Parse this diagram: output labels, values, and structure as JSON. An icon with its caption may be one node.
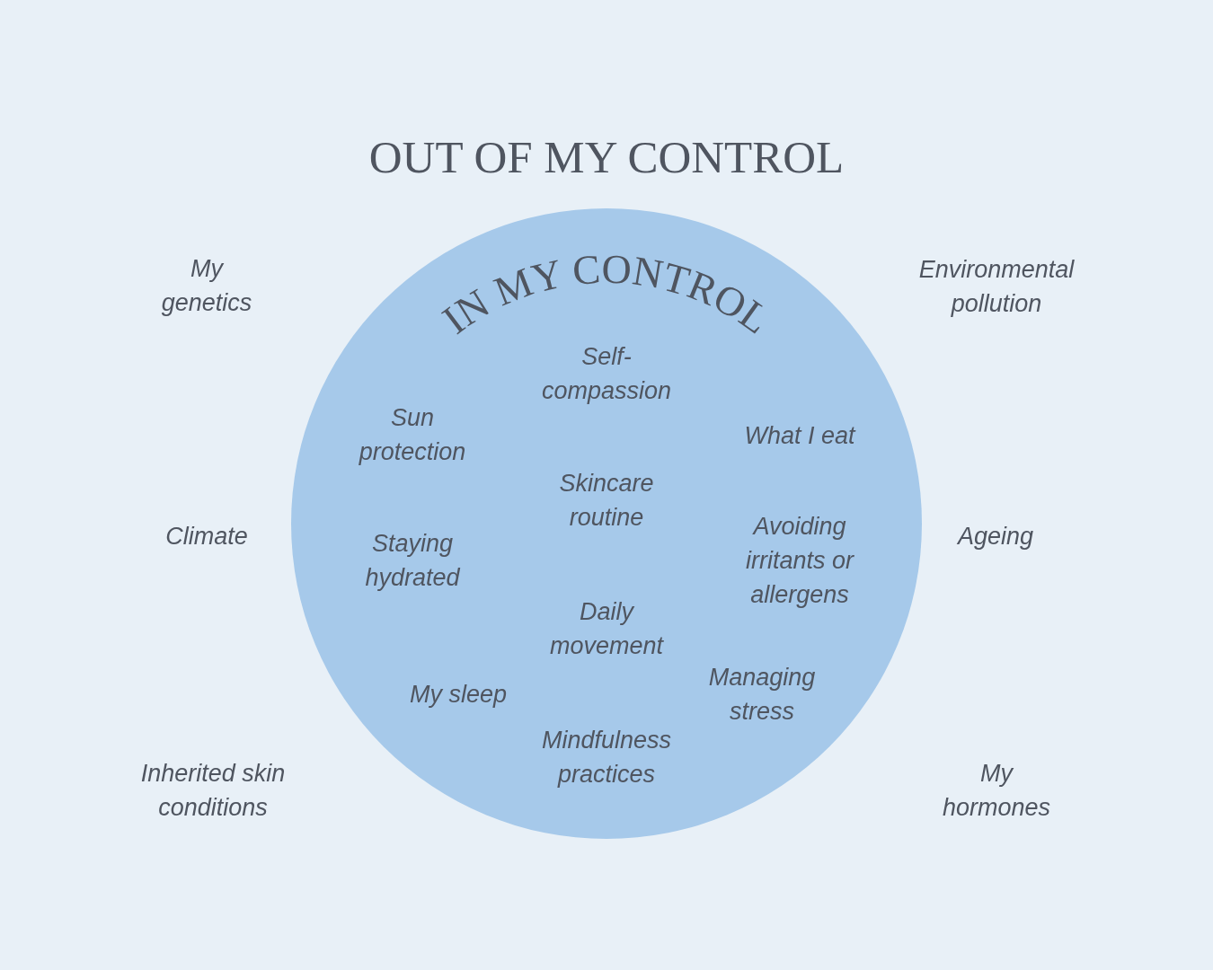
{
  "diagram": {
    "title": "OUT OF MY CONTROL",
    "nodes": [
      {
        "text": [
          "IN MY CONTROL",
          "Self-compassion",
          "Sun protection",
          "What I eat",
          "Skincare routine",
          "Staying hydrated",
          "Avoiding irritants or allergens",
          "Daily movement",
          "My sleep",
          "Managing stress",
          "Mindfulness practices"
        ]
      }
    ],
    "labels": [
      "My genetics",
      "Environmental pollution",
      "Climate",
      "Ageing",
      "Inherited skin conditions",
      "My hormones"
    ]
  }
}
